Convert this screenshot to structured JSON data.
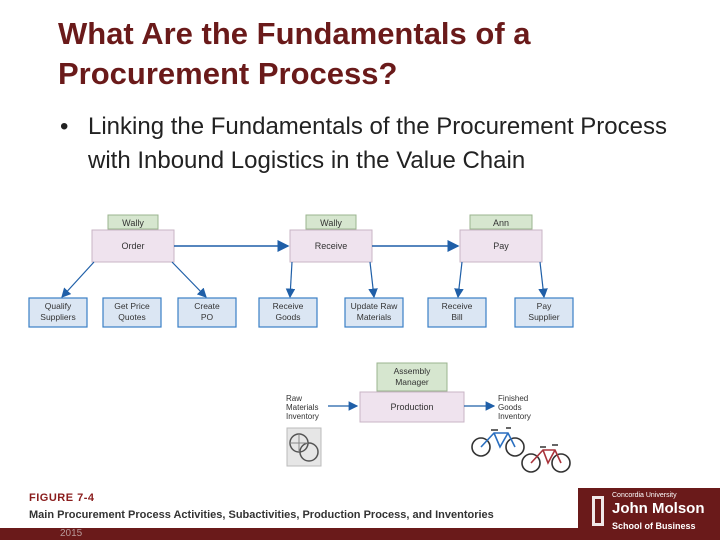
{
  "slide": {
    "title_line1": "What Are the Fundamentals of a",
    "title_line2": "Procurement Process?",
    "bullet_symbol": "•",
    "bullet_text": "Linking the Fundamentals of the Procurement Process with Inbound Logistics in the Value Chain"
  },
  "diagram": {
    "roles": [
      "Wally",
      "Wally",
      "Ann"
    ],
    "main_steps": [
      "Order",
      "Receive",
      "Pay"
    ],
    "subactivities": [
      [
        "Qualify",
        "Suppliers"
      ],
      [
        "Get Price",
        "Quotes"
      ],
      [
        "Create",
        "PO"
      ],
      [
        "Receive",
        "Goods"
      ],
      [
        "Update Raw",
        "Materials"
      ],
      [
        "Receive",
        "Bill"
      ],
      [
        "Pay",
        "Supplier"
      ]
    ],
    "production_role": [
      "Assembly",
      "Manager"
    ],
    "production_step": "Production",
    "raw_inventory": [
      "Raw",
      "Materials",
      "Inventory"
    ],
    "finished_inventory": [
      "Finished",
      "Goods",
      "Inventory"
    ],
    "colors": {
      "role_box": "#d6e6cf",
      "step_box": "#efe3ee",
      "sub_box": "#dbe6f3",
      "sub_border": "#3a7fc6",
      "arrow": "#1f5fa8"
    }
  },
  "figure": {
    "label": "FIGURE 7-4",
    "caption": "Main Procurement Process Activities, Subactivities, Production Process, and Inventories"
  },
  "footer": {
    "year": "2015",
    "logo_line1": "Concordia University",
    "logo_line2": "John Molson",
    "logo_line3": "School of Business"
  }
}
